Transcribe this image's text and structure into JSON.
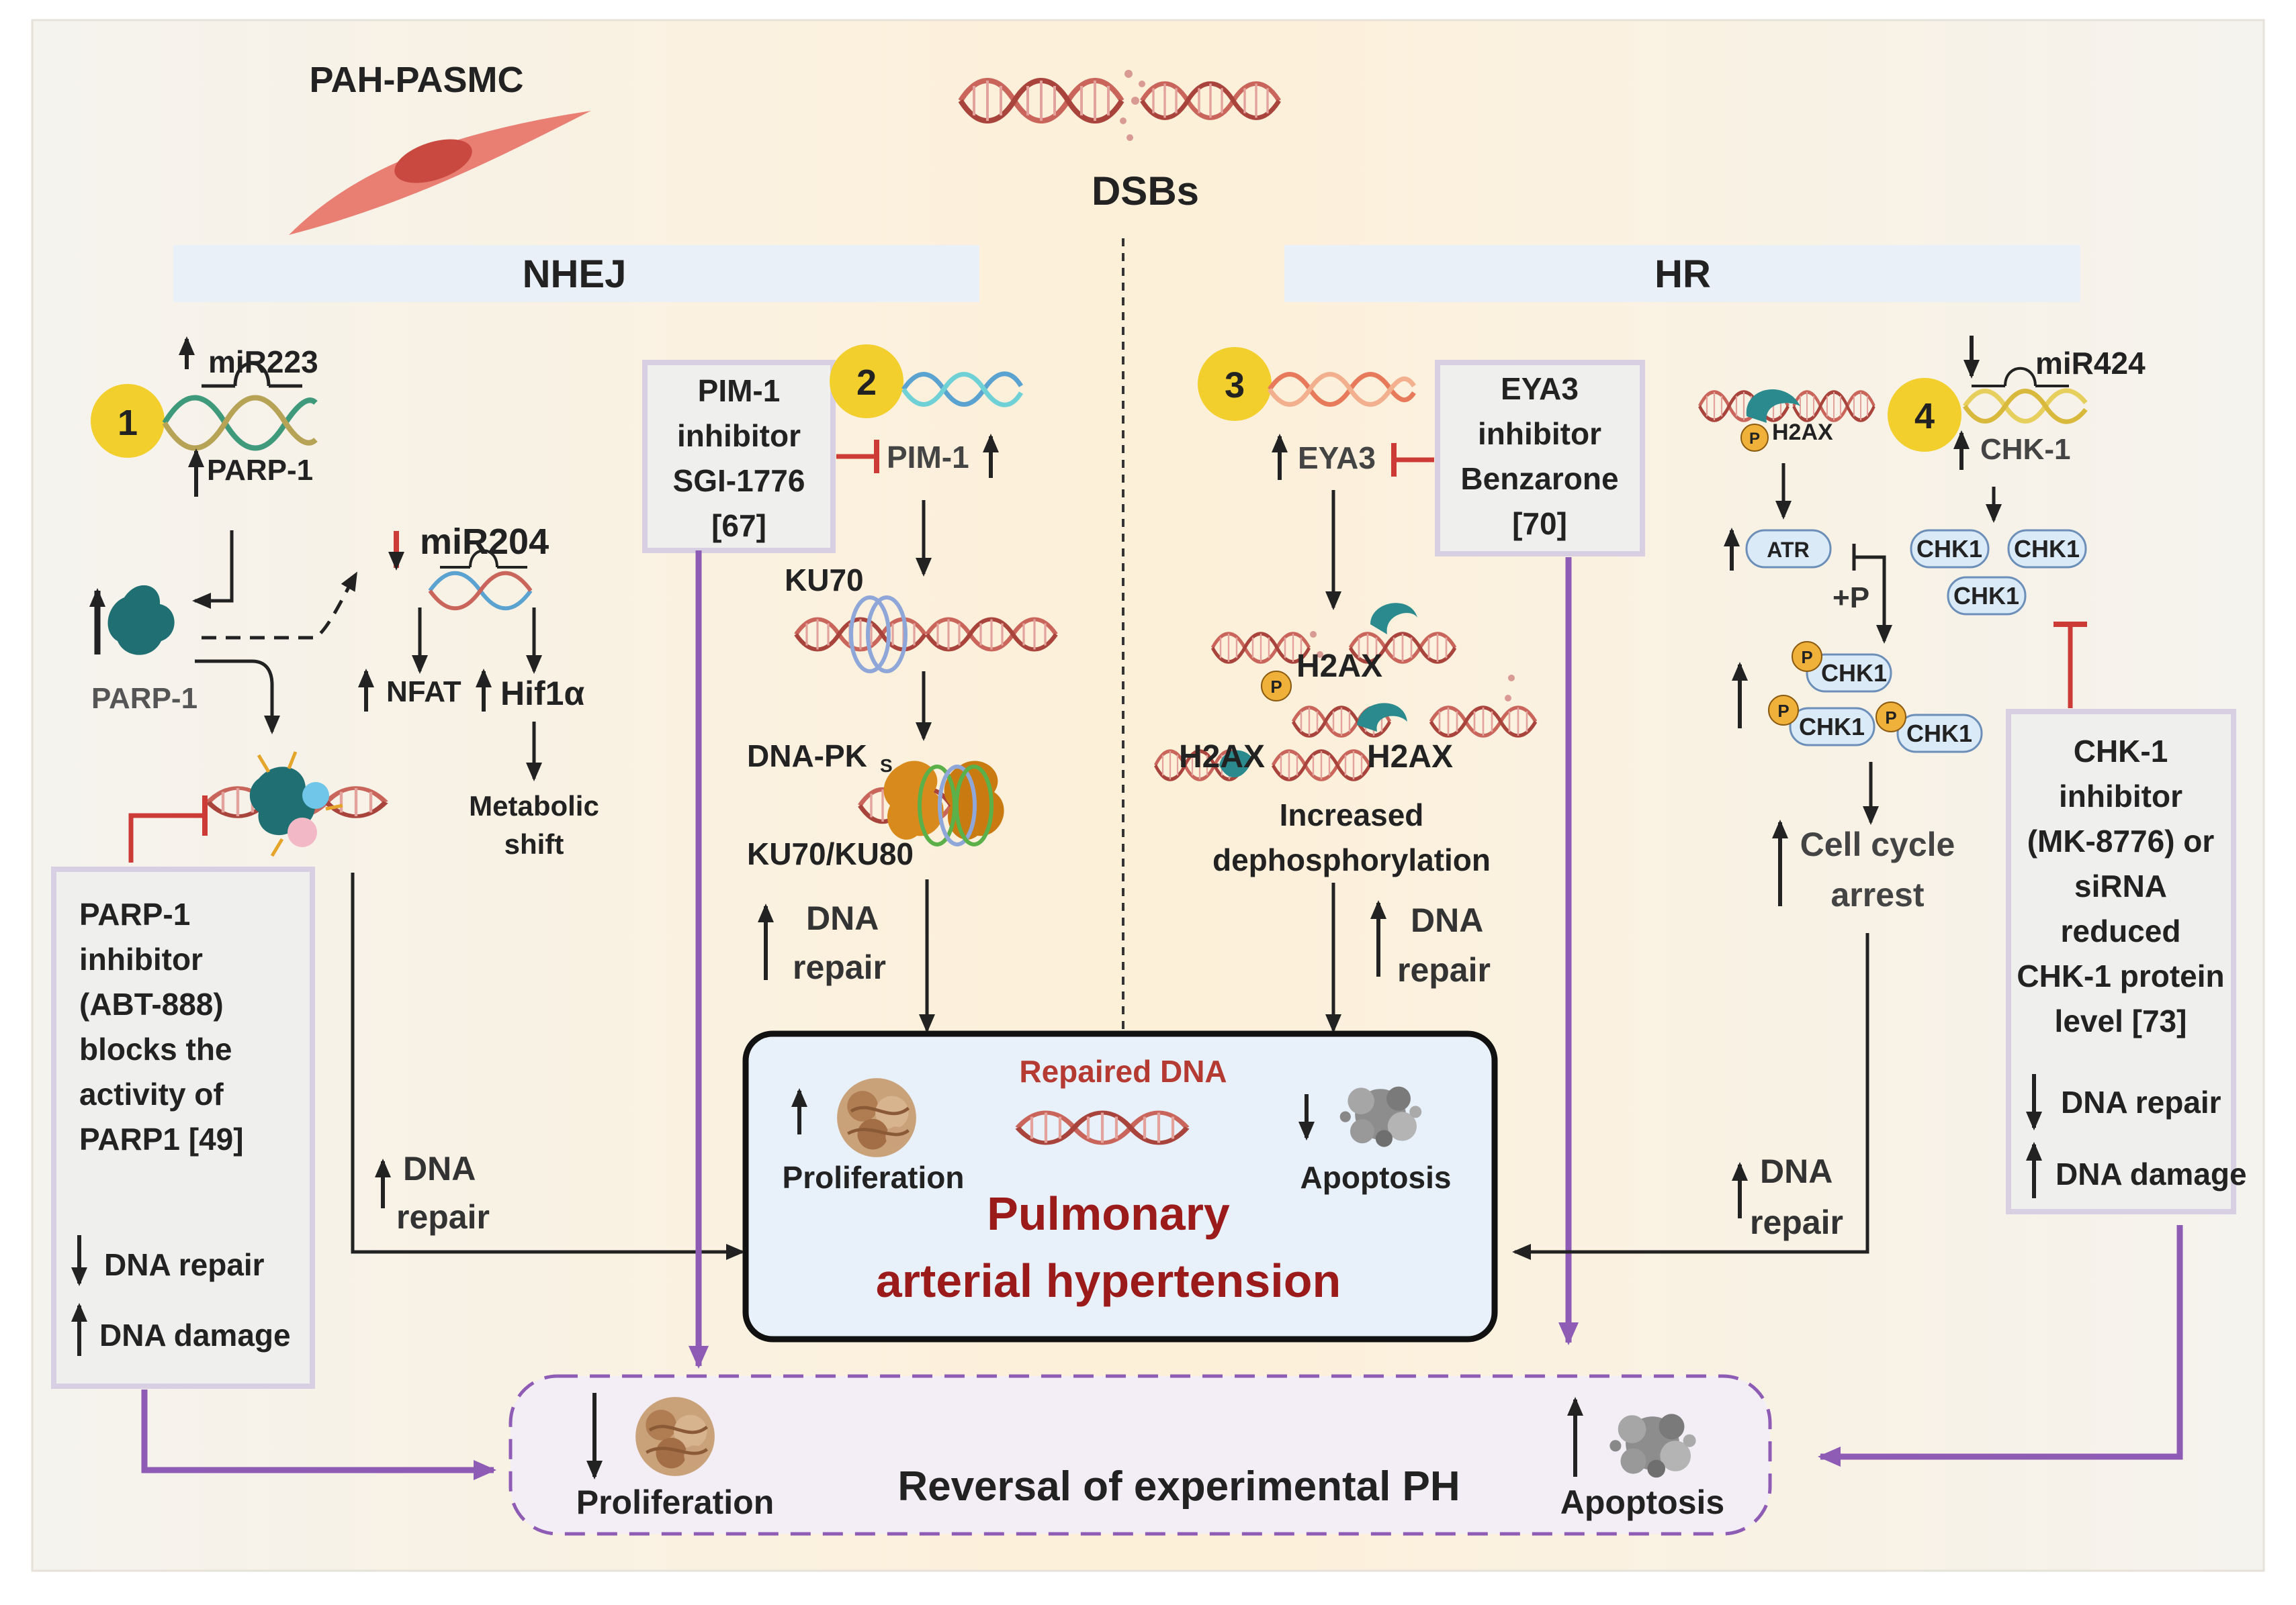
{
  "header": {
    "cell_label": "PAH-PASMC",
    "dsb_label": "DSBs"
  },
  "pathways": {
    "left": "NHEJ",
    "right": "HR"
  },
  "badges": [
    "1",
    "2",
    "3",
    "4"
  ],
  "panel1": {
    "mirna": "miR223",
    "parp_gene": "PARP-1",
    "parp_protein": "PARP-1",
    "mirna2": "miR204",
    "nfat": "NFAT",
    "hif": "Hif1α",
    "metabolic": [
      "Metabolic",
      "shift"
    ],
    "inhibitor": [
      "PARP-1",
      "inhibitor",
      "(ABT-888)",
      "blocks the",
      "activity of",
      "PARP1 [49]"
    ],
    "dna_repair": "DNA repair",
    "dna_damage": "DNA damage",
    "repair_label": [
      "DNA",
      "repair"
    ]
  },
  "panel2": {
    "inhibitor": [
      "PIM-1",
      "inhibitor",
      "SGI-1776",
      "[67]"
    ],
    "pim": "PIM-1",
    "ku70": "KU70",
    "dnapk": "DNA-PK",
    "dnapk_sub": "S",
    "ku7080": "KU70/KU80",
    "repair_label": [
      "DNA",
      "repair"
    ]
  },
  "panel3": {
    "eya": "EYA3",
    "inhibitor": [
      "EYA3",
      "inhibitor",
      "Benzarone",
      "[70]"
    ],
    "h2ax": "H2AX",
    "p": "P",
    "dephos": [
      "Increased",
      "dephosphorylation"
    ],
    "repair_label": [
      "DNA",
      "repair"
    ]
  },
  "panel4": {
    "h2ax": "H2AX",
    "p": "P",
    "atr": "ATR",
    "plus_p": "+P",
    "mirna": "miR424",
    "chk_gene": "CHK-1",
    "chk1": "CHK1",
    "cell_cycle": [
      "Cell cycle",
      "arrest"
    ],
    "repair_label": [
      "DNA",
      "repair"
    ],
    "inhibitor": [
      "CHK-1",
      "inhibitor",
      "(MK-8776) or",
      "siRNA",
      "reduced",
      "CHK-1 protein",
      "level [73]"
    ],
    "dna_repair": "DNA repair",
    "dna_damage": "DNA damage"
  },
  "center": {
    "repaired": "Repaired DNA",
    "proliferation": "Proliferation",
    "apoptosis": "Apoptosis",
    "title": [
      "Pulmonary",
      "arterial hypertension"
    ]
  },
  "bottom": {
    "proliferation": "Proliferation",
    "title": "Reversal of experimental PH",
    "apoptosis": "Apoptosis"
  },
  "colors": {
    "badge": "#f2cf2c",
    "purple": "#8e5bb5",
    "inhibitor_red": "#cc3b36",
    "arrow": "#222222",
    "dark_red": "#9b1b1b",
    "dna_red": "#c9655a",
    "center_bg": "#e8f0fa",
    "teal": "#2a7f82"
  }
}
